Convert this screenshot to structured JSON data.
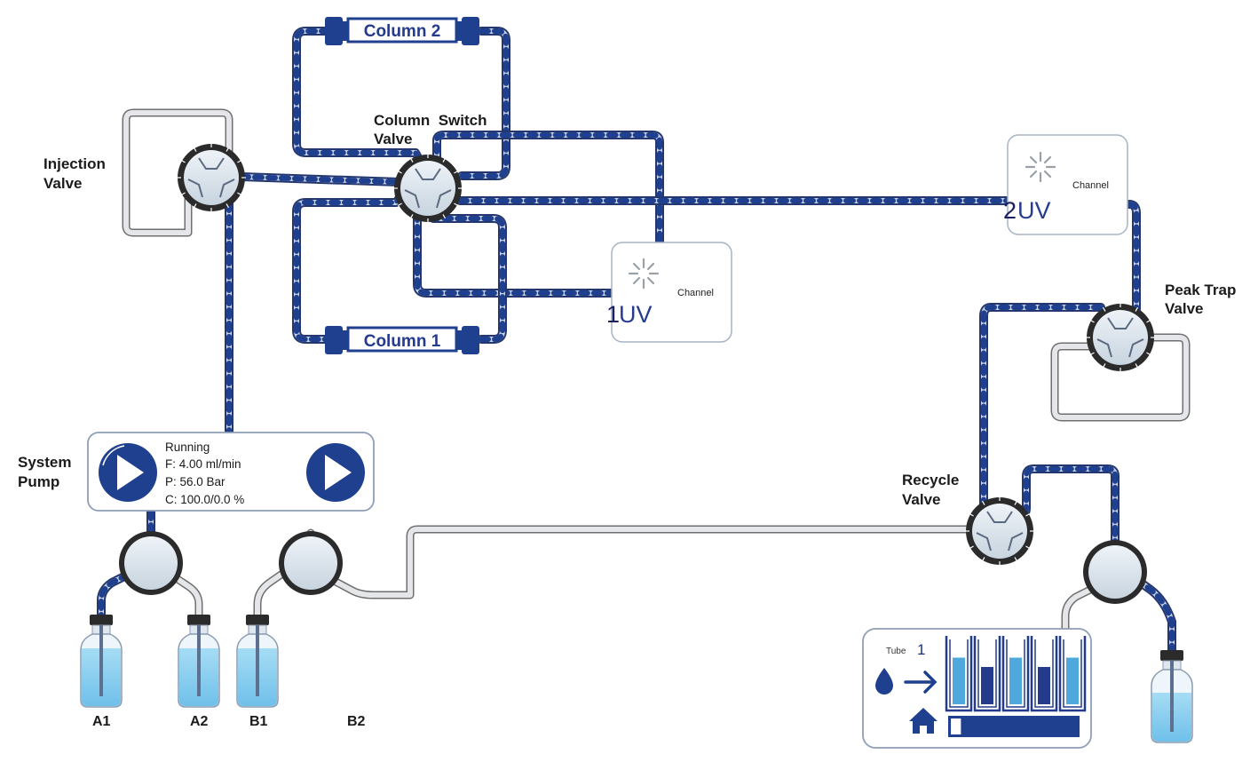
{
  "labels": {
    "injection_valve": [
      "Injection",
      "Valve"
    ],
    "column_switch_valve": [
      "Column  Switch",
      "Valve"
    ],
    "peak_trap_valve": [
      "Peak Trap",
      "Valve"
    ],
    "recycle_valve": [
      "Recycle",
      "Valve"
    ],
    "system_pump": [
      "System",
      "Pump"
    ]
  },
  "columns": {
    "column1": "Column 1",
    "column2": "Column 2"
  },
  "uv1": {
    "number": "1",
    "text": "UV",
    "channel": "Channel"
  },
  "uv2": {
    "number": "2",
    "text": "UV",
    "channel": "Channel"
  },
  "pump": {
    "status": "Running",
    "flow": "F: 4.00 ml/min",
    "pressure": "P: 56.0  Bar",
    "composition": "C: 100.0/0.0 %"
  },
  "bottles": [
    "A1",
    "A2",
    "B1",
    "B2"
  ],
  "fraction_collector": {
    "tube_label": "Tube",
    "tube_number": "1",
    "rack_fill_levels": [
      0.75,
      0.6,
      0.75,
      0.6,
      0.75
    ],
    "progress": 0.08
  },
  "colors": {
    "active_line": "#1f3f8f",
    "inactive_line": "#c8cdd4",
    "valve_ring": "#2b2b2b",
    "liquid": "#8fd0ef",
    "accent": "#243a8c"
  }
}
